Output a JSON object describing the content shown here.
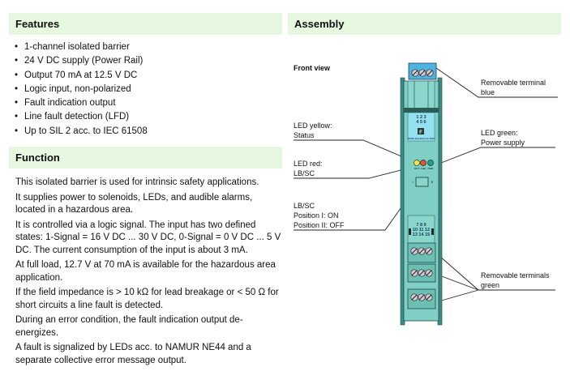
{
  "features": {
    "title": "Features",
    "items": [
      "1-channel isolated barrier",
      "24 V DC supply (Power Rail)",
      "Output 70 mA at 12.5 V DC",
      "Logic input, non-polarized",
      "Fault indication output",
      "Line fault detection (LFD)",
      "Up to SIL 2 acc. to IEC 61508"
    ]
  },
  "function": {
    "title": "Function",
    "paragraphs": [
      "This isolated barrier is used for intrinsic safety applications.",
      "It supplies power to solenoids, LEDs, and audible alarms, located in a hazardous area.",
      "It is controlled via a logic signal. The input has two defined states: 1-Signal = 16 V DC ... 30 V DC, 0-Signal = 0 V DC ... 5 V DC. The current consumption of the input is about 3 mA.",
      "At full load, 12.7 V at 70 mA is available for the hazardous area application.",
      "If the field impedance is > 10 kΩ  for lead breakage or < 50 Ω for short circuits a line fault is detected.",
      "During an error condition, the fault indication output de-energizes.",
      "A fault is signalized by LEDs acc. to NAMUR NE44 and a separate collective error message output."
    ]
  },
  "assembly": {
    "title": "Assembly",
    "front_view_label": "Front view",
    "callouts": {
      "terminal_blue": [
        "Removable terminal",
        "blue"
      ],
      "led_yellow": [
        "LED yellow:",
        "Status"
      ],
      "led_green": [
        "LED green:",
        "Power supply"
      ],
      "led_red": [
        "LED red:",
        "LB/SC"
      ],
      "switch": [
        "LB/SC",
        "Position I: ON",
        "Position II: OFF"
      ],
      "terminals_green": [
        "Removable terminals",
        "green"
      ]
    },
    "device": {
      "top_terminal_numbers": [
        "1  2  3",
        "4  5  6"
      ],
      "model_label": "KFD2-SL2-Ex1.LK.1370",
      "led_labels": [
        "OUT",
        "CHK",
        "PWR"
      ],
      "switch_positions": [
        "I",
        "II"
      ],
      "bottom_terminal_numbers": [
        "7   8   9",
        "10  11  12",
        "13  14  15"
      ],
      "colors": {
        "body": "#7fcfc4",
        "body_dark": "#3d8c84",
        "terminal_blue": "#4fb3df",
        "led_yellow": "#f2e64a",
        "led_red": "#e0553a",
        "led_green": "#1f9e86"
      }
    }
  }
}
